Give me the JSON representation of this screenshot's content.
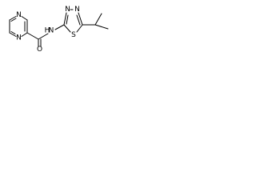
{
  "structure": {
    "atoms": {
      "pyrazine_n1": "N",
      "pyrazine_n4": "N",
      "amide_o": "O",
      "amide_n": "N",
      "amide_h": "H",
      "ring_s": "S",
      "ring_n3": "N",
      "ring_n4": "N"
    }
  },
  "colors": {
    "bond": "#000000",
    "label": "#000000",
    "background": "#ffffff"
  }
}
